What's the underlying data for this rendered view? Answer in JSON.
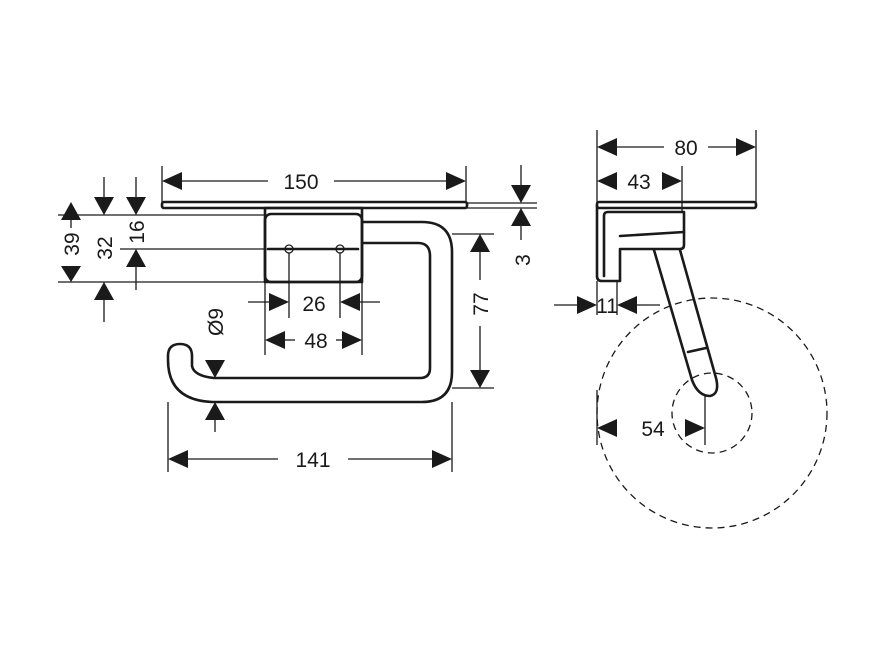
{
  "drawing": {
    "front_view": {
      "width_150": "150",
      "height_39": "39",
      "height_32": "32",
      "height_16": "16",
      "thickness_3": "3",
      "width_26": "26",
      "width_48": "48",
      "diameter_9": "Ø9",
      "height_77": "77",
      "width_141": "141"
    },
    "side_view": {
      "depth_80": "80",
      "depth_43": "43",
      "offset_11": "11",
      "offset_54": "54"
    }
  }
}
